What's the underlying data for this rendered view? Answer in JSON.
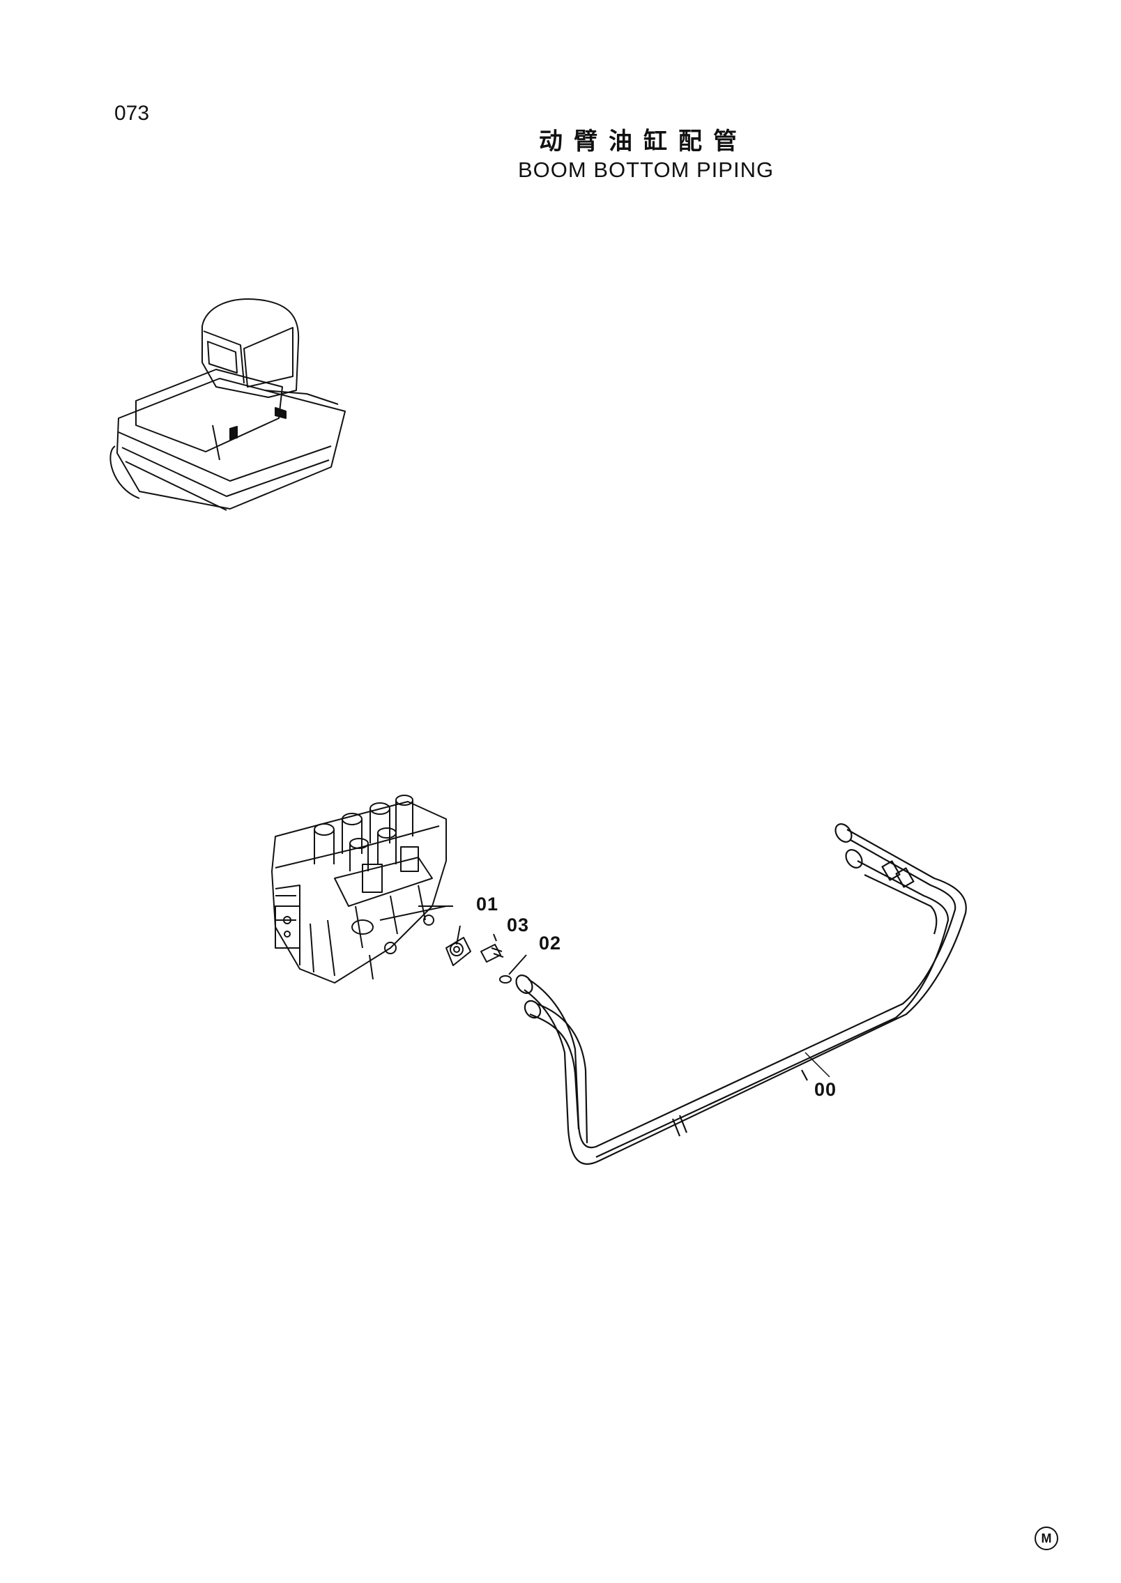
{
  "page_number": "073",
  "title_cn": "动臂油缸配管",
  "title_en": "BOOM BOTTOM PIPING",
  "callouts": {
    "part_01": "01",
    "part_03": "03",
    "part_02": "02",
    "part_00": "00"
  },
  "corner_mark": "M",
  "icons": [
    "excavator-overview-icon",
    "control-valve-icon",
    "pipe-assembly-icon"
  ]
}
